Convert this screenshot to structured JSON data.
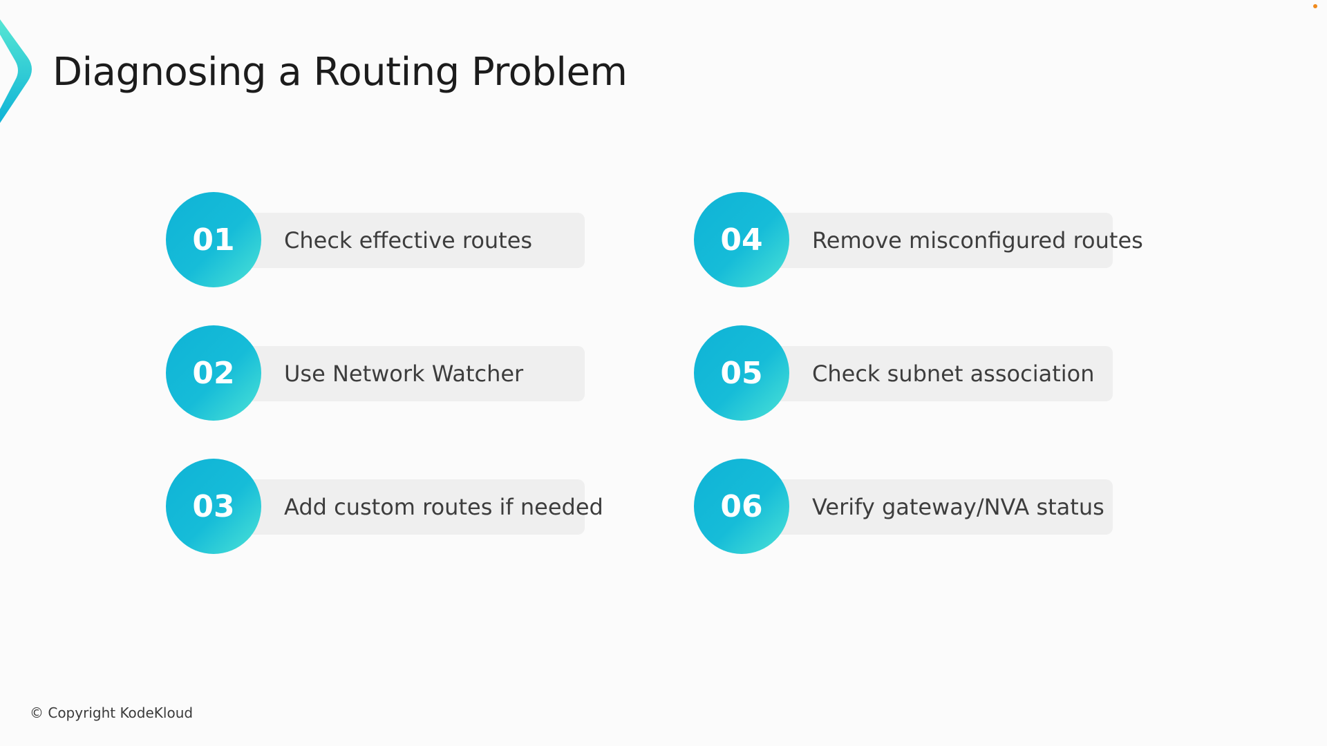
{
  "slide": {
    "title": "Diagnosing a Routing Problem",
    "accent_colors": {
      "gradient_start": "#0fb3d6",
      "gradient_end": "#4de3d6",
      "bar_bg": "#efefef"
    },
    "steps": [
      {
        "number": "01",
        "label": "Check effective routes"
      },
      {
        "number": "02",
        "label": "Use Network Watcher"
      },
      {
        "number": "03",
        "label": "Add custom routes if needed"
      },
      {
        "number": "04",
        "label": "Remove misconfigured routes"
      },
      {
        "number": "05",
        "label": "Check subnet association"
      },
      {
        "number": "06",
        "label": "Verify gateway/NVA status"
      }
    ],
    "footer": {
      "copyright": "© Copyright KodeKloud"
    }
  }
}
